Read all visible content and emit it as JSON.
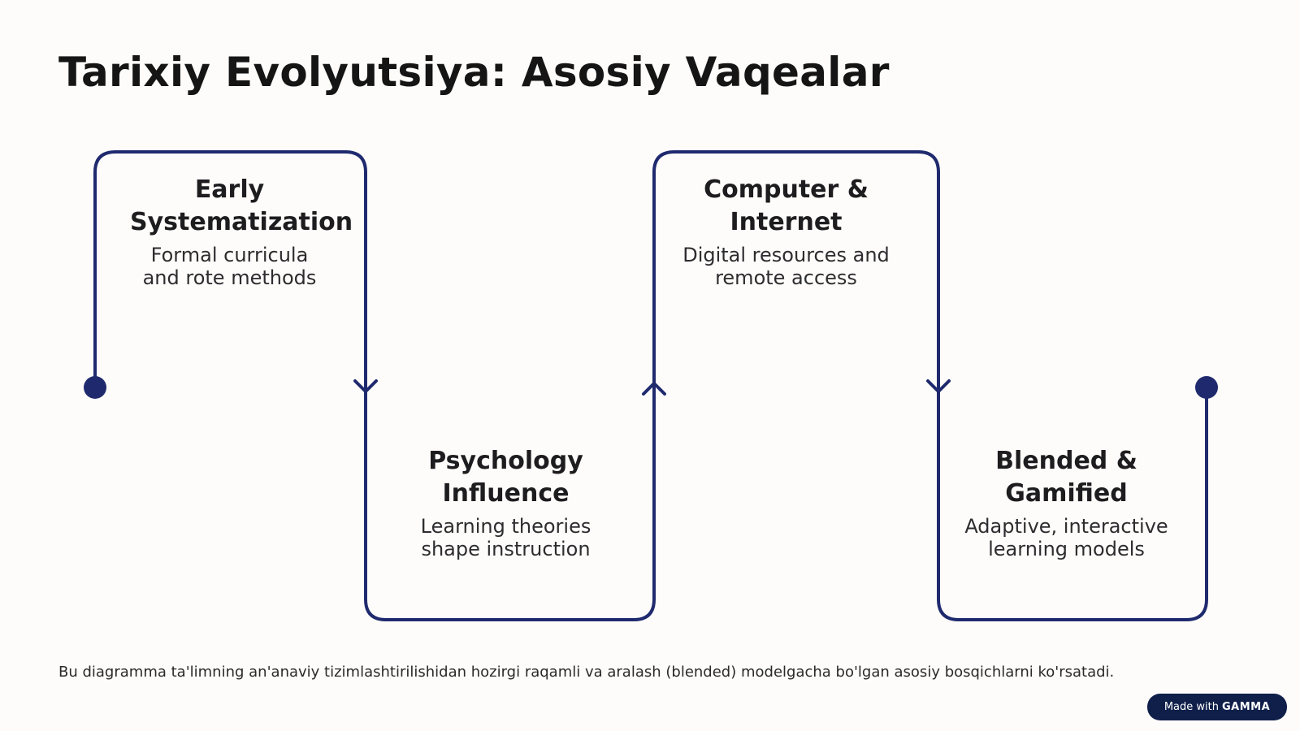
{
  "title": "Tarixiy Evolyutsiya: Asosiy Vaqealar",
  "steps": [
    {
      "title": "Early Systematization",
      "desc": "Formal curricula and rote methods"
    },
    {
      "title": "Psychology Influence",
      "desc": "Learning theories shape instruction"
    },
    {
      "title": "Computer & Internet",
      "desc": "Digital resources and remote access"
    },
    {
      "title": "Blended & Gamified",
      "desc": "Adaptive, interactive learning models"
    }
  ],
  "caption": "Bu diagramma ta'limning an'anaviy tizimlashtirilishidan hozirgi raqamli va aralash (blended) modelgacha bo'lgan asosiy bosqichlarni ko'rsatadi.",
  "badge": {
    "prefix": "Made with",
    "brand": "GAMMA"
  },
  "colors": {
    "path": "#1f2a6e",
    "badge_bg": "#0f1f4a",
    "background": "#fdfcfa"
  }
}
